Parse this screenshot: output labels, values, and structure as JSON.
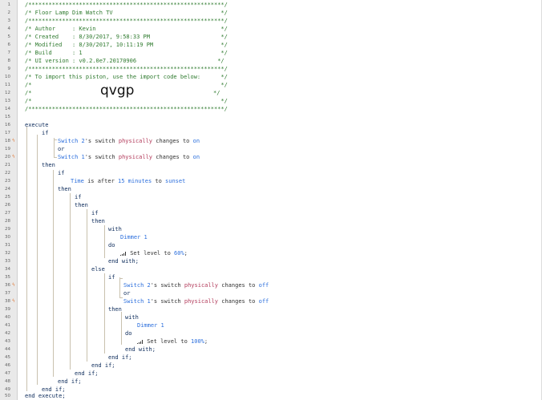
{
  "lines": [
    {
      "n": "1"
    },
    {
      "n": "2"
    },
    {
      "n": "3"
    },
    {
      "n": "4"
    },
    {
      "n": "5"
    },
    {
      "n": "6"
    },
    {
      "n": "7"
    },
    {
      "n": "8"
    },
    {
      "n": "9"
    },
    {
      "n": "10"
    },
    {
      "n": "11"
    },
    {
      "n": "12"
    },
    {
      "n": "13"
    },
    {
      "n": "14"
    },
    {
      "n": "15"
    },
    {
      "n": "16"
    },
    {
      "n": "17"
    },
    {
      "n": "18"
    },
    {
      "n": "19"
    },
    {
      "n": "20"
    },
    {
      "n": "21"
    },
    {
      "n": "22"
    },
    {
      "n": "23"
    },
    {
      "n": "24"
    },
    {
      "n": "25"
    },
    {
      "n": "26"
    },
    {
      "n": "27"
    },
    {
      "n": "28"
    },
    {
      "n": "29"
    },
    {
      "n": "30"
    },
    {
      "n": "31"
    },
    {
      "n": "32"
    },
    {
      "n": "33"
    },
    {
      "n": "34"
    },
    {
      "n": "35"
    },
    {
      "n": "36"
    },
    {
      "n": "37"
    },
    {
      "n": "38"
    },
    {
      "n": "39"
    },
    {
      "n": "40"
    },
    {
      "n": "41"
    },
    {
      "n": "42"
    },
    {
      "n": "43"
    },
    {
      "n": "44"
    },
    {
      "n": "45"
    },
    {
      "n": "46"
    },
    {
      "n": "47"
    },
    {
      "n": "48"
    },
    {
      "n": "49"
    },
    {
      "n": "50"
    }
  ],
  "header": {
    "stars": "/**********************************************************/",
    "title": "/* Floor Lamp Dim Watch TV                                */",
    "author": "/* Author     : Kevin                                     */",
    "created": "/* Created    : 8/30/2017, 9:58:33 PM                     */",
    "modified": "/* Modified   : 8/30/2017, 10:11:19 PM                    */",
    "build": "/* Build      : 1                                         */",
    "ui_version": "/* UI version : v0.2.0e7.20170906                        */",
    "import_line": "/* To import this piston, use the import code below:      */",
    "blank": "/*                                                        */",
    "import_code_left": "/*",
    "import_code": "qvgp",
    "import_code_right": "*/"
  },
  "kw": {
    "execute": "execute",
    "if": "if",
    "or": "or",
    "then": "then",
    "with": "with",
    "do": "do",
    "end_with": "end with;",
    "else": "else",
    "end_if": "end if;",
    "end_execute": "end execute;"
  },
  "devices": {
    "switch2": "Switch 2",
    "switch1": "Switch 1",
    "dimmer1": "Dimmer 1"
  },
  "text": {
    "s_switch": "'s switch ",
    "physically": "physically",
    "changes_to": " changes to ",
    "on": "on",
    "off": "off",
    "time_is": "Time",
    "is_after": " is after ",
    "fifteen_minutes": "15 minutes",
    "to": " to ",
    "sunset": "sunset",
    "set_level_to": " Set level to ",
    "sixty": "60%",
    "hundred": "100%",
    "semicolon": ";"
  },
  "colors": {
    "keyword": "#0b2a5a",
    "comment": "#2e7a2e",
    "device": "#2c6fdd",
    "physical": "#b23a5a",
    "marker": "#e07a3a"
  },
  "icons": {
    "trigger_marker": "lightning-icon",
    "set_level": "signal-bars-icon"
  }
}
